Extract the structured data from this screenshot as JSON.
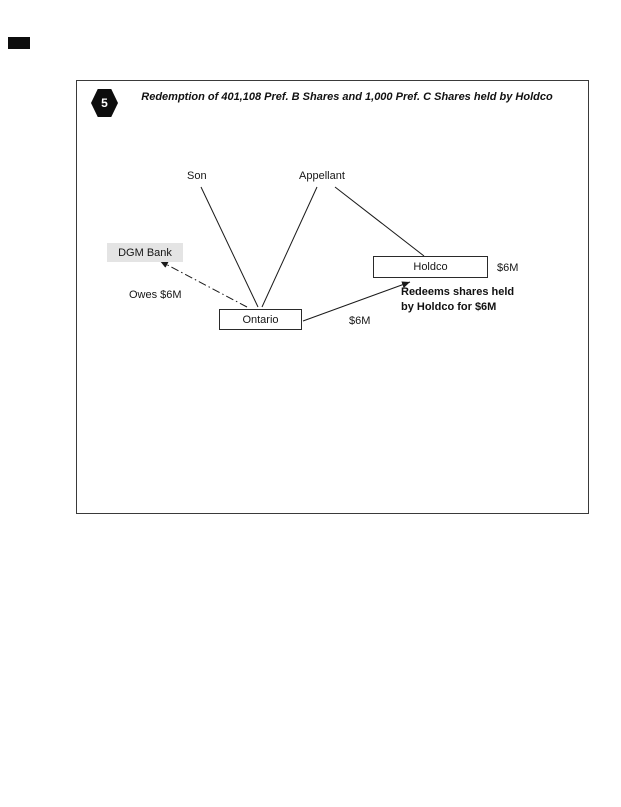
{
  "figure": {
    "badge": "5",
    "title": "Redemption of 401,108 Pref. B Shares and 1,000 Pref. C Shares held by Holdco",
    "entities": {
      "son": "Son",
      "appellant": "Appellant",
      "dgm_bank": "DGM Bank",
      "holdco": "Holdco",
      "ontario": "Ontario"
    },
    "annotations": {
      "owes_amount": "Owes $6M",
      "holdco_amount": "$6M",
      "payment_amount": "$6M",
      "redeems_note_line1": "Redeems shares held",
      "redeems_note_line2": "by Holdco for $6M"
    },
    "colors": {
      "ink": "#1a1a1a",
      "highlight": "#e4e4e4"
    }
  }
}
